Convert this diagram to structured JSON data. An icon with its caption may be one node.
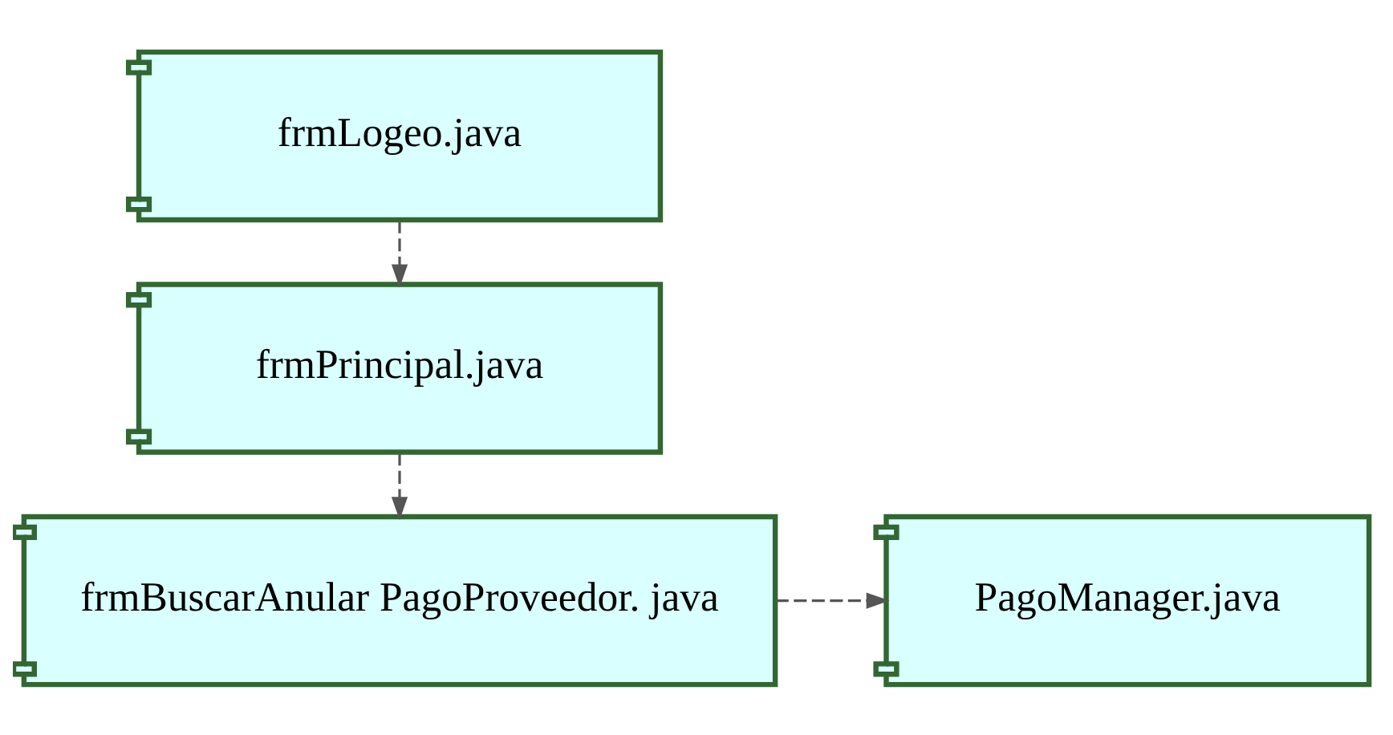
{
  "diagram": {
    "nodes": [
      {
        "text": [
          "frmLogeo.java"
        ]
      },
      {
        "text": [
          "frmPrincipal.java"
        ]
      },
      {
        "text": [
          "frmBuscarAnular PagoProveedor. java"
        ]
      },
      {
        "text": [
          "PagoManager.java"
        ]
      }
    ],
    "edges": [
      {
        "from": 0,
        "to": 1,
        "arrow": "to",
        "style": "dashed"
      },
      {
        "from": 1,
        "to": 2,
        "arrow": "to",
        "style": "dashed"
      },
      {
        "from": 2,
        "to": 3,
        "arrow": "to",
        "style": "dashed"
      }
    ]
  }
}
